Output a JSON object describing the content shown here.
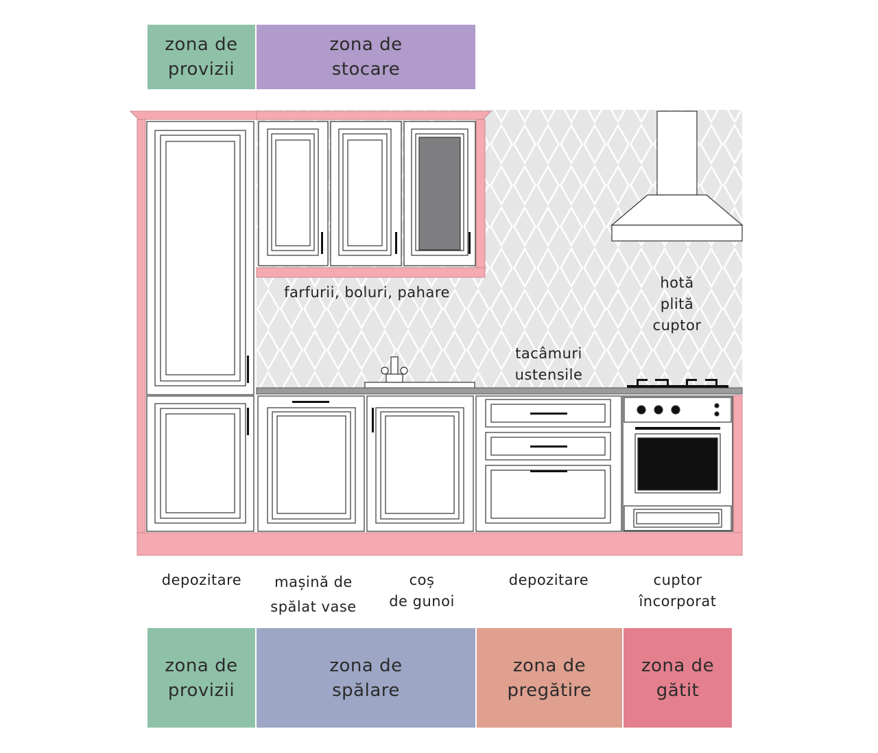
{
  "top_zones": [
    {
      "text": "zona de\nprovizii",
      "color": "#8fc1a9"
    },
    {
      "text": "zona de\nstocare",
      "color": "#b09bca"
    }
  ],
  "bottom_zones": [
    {
      "text": "zona de\nprovizii",
      "color": "#8fc1a9"
    },
    {
      "text": "zona de\nspălare",
      "color": "#9da6c5"
    },
    {
      "text": "zona de\npregătire",
      "color": "#dfa08f"
    },
    {
      "text": "zona de\ngătit",
      "color": "#e4808e"
    }
  ],
  "labels": {
    "wall_cabinets": "farfurii, boluri, pahare",
    "appliances": "hotă\nplită\ncuptor",
    "cutlery": "tacâmuri\nustensile",
    "storage_left": "depozitare",
    "dishwasher": "mașină de\nspălat vase",
    "trash": "coș\nde gunoi",
    "storage_drawers": "depozitare",
    "oven": "cuptor\nîncorporat"
  },
  "colors": {
    "pink_panel": "#f4aab0",
    "tile_bg": "#e6e6e6",
    "counter": "#9b9b9b",
    "glass": "#7f7f82"
  }
}
